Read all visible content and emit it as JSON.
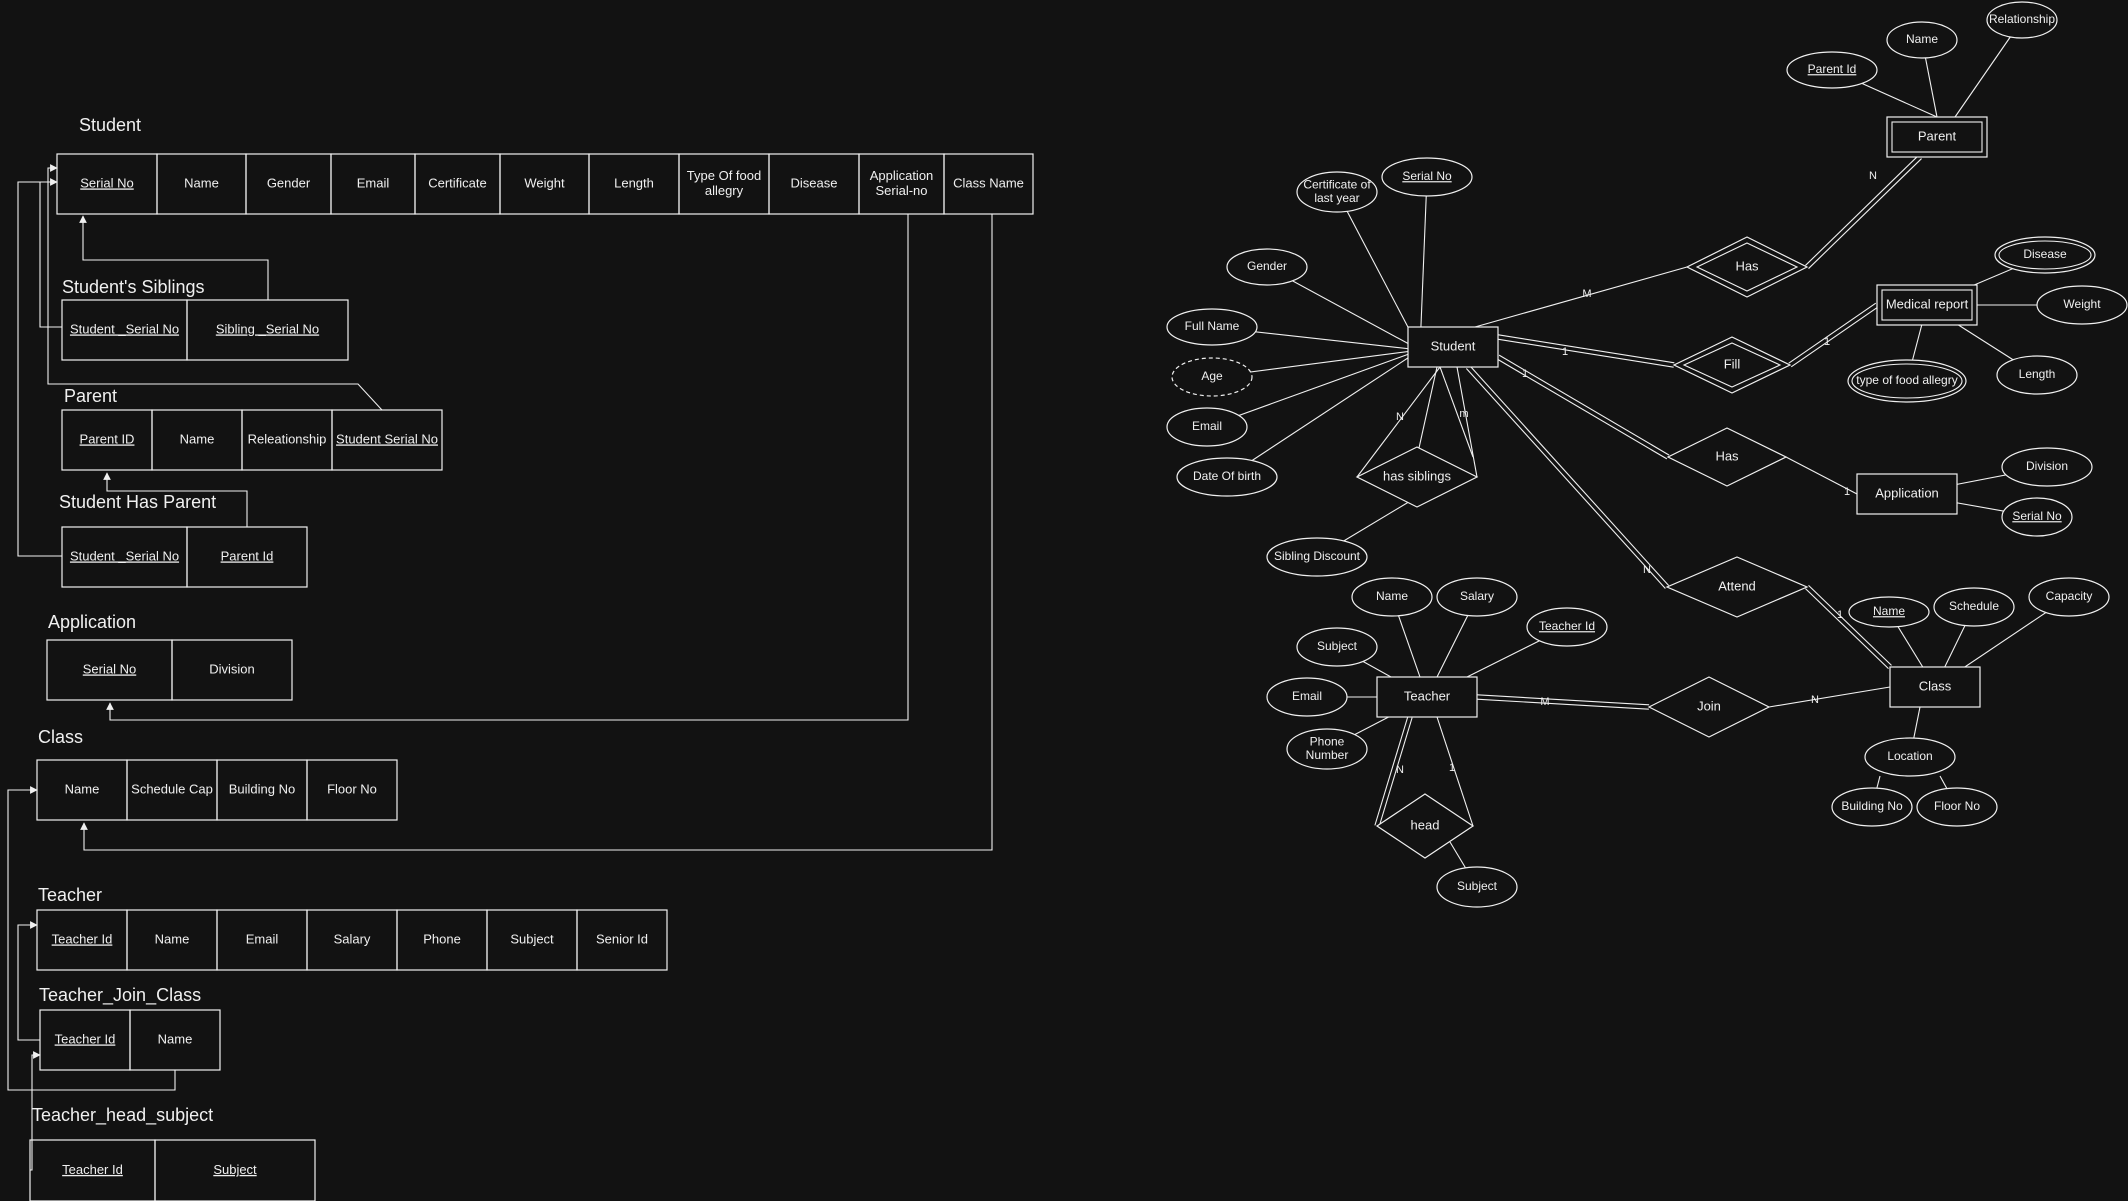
{
  "relational": {
    "student": {
      "title": "Student",
      "columns": [
        {
          "label": "Serial No",
          "key": true
        },
        {
          "label": "Name"
        },
        {
          "label": "Gender"
        },
        {
          "label": "Email"
        },
        {
          "label": "Certificate"
        },
        {
          "label": "Weight"
        },
        {
          "label": "Length"
        },
        {
          "label": [
            "Type Of food",
            "allegry"
          ]
        },
        {
          "label": "Disease"
        },
        {
          "label": [
            "Application",
            "Serial-no"
          ]
        },
        {
          "label": "Class Name"
        }
      ]
    },
    "siblings": {
      "title": "Student's Siblings",
      "columns": [
        {
          "label": "Student _Serial No",
          "key": true
        },
        {
          "label": "Sibling _Serial No",
          "key": true
        }
      ]
    },
    "parent": {
      "title": "Parent",
      "columns": [
        {
          "label": "Parent ID",
          "key": true
        },
        {
          "label": "Name"
        },
        {
          "label": "Releationship"
        },
        {
          "label": "Student Serial No",
          "key": true
        }
      ]
    },
    "student_has_parent": {
      "title": "Student Has Parent",
      "columns": [
        {
          "label": "Student _Serial No",
          "key": true
        },
        {
          "label": "Parent Id",
          "key": true
        }
      ]
    },
    "application": {
      "title": "Application",
      "columns": [
        {
          "label": "Serial No",
          "key": true
        },
        {
          "label": "Division"
        }
      ]
    },
    "class": {
      "title": "Class",
      "columns": [
        {
          "label": "Name"
        },
        {
          "label": "Schedule Cap"
        },
        {
          "label": "Building No"
        },
        {
          "label": "Floor No"
        }
      ]
    },
    "teacher": {
      "title": "Teacher",
      "columns": [
        {
          "label": "Teacher Id",
          "key": true
        },
        {
          "label": "Name"
        },
        {
          "label": "Email"
        },
        {
          "label": "Salary"
        },
        {
          "label": "Phone"
        },
        {
          "label": "Subject"
        },
        {
          "label": "Senior Id"
        }
      ]
    },
    "teacher_join_class": {
      "title": "Teacher_Join_Class",
      "columns": [
        {
          "label": "Teacher Id",
          "key": true
        },
        {
          "label": "Name"
        }
      ]
    },
    "teacher_head_subject": {
      "title": "Teacher_head_subject",
      "columns": [
        {
          "label": "Teacher Id",
          "key": true
        },
        {
          "label": "Subject",
          "key": true
        }
      ]
    }
  },
  "er": {
    "entities": {
      "student": "Student",
      "parent": "Parent",
      "medical_report": "Medical report",
      "application": "Application",
      "teacher": "Teacher",
      "class": "Class"
    },
    "relationships": {
      "has_parent": "Has",
      "fill": "Fill",
      "has_application": "Has",
      "attend": "Attend",
      "join": "Join",
      "has_siblings": "has siblings",
      "head": "head"
    },
    "attributes": {
      "parent_id": "Parent Id",
      "parent_name": "Name",
      "parent_relationship": "Relationship",
      "student_certificate": [
        "Certificate of",
        "last year"
      ],
      "student_serial": "Serial No",
      "student_gender": "Gender",
      "student_full_name": "Full Name",
      "student_age": "Age",
      "student_email": "Email",
      "student_dob": "Date Of birth",
      "sibling_discount": "Sibling Discount",
      "disease": "Disease",
      "weight": "Weight",
      "length": "Length",
      "food_allergy": "type of food allegry",
      "division": "Division",
      "app_serial": "Serial No",
      "teacher_name": "Name",
      "teacher_salary": "Salary",
      "teacher_subject": "Subject",
      "teacher_id": "Teacher Id",
      "teacher_email": "Email",
      "teacher_phone": [
        "Phone",
        "Number"
      ],
      "head_subject": "Subject",
      "class_name": "Name",
      "class_schedule": "Schedule",
      "class_capacity": "Capacity",
      "class_location": "Location",
      "building_no": "Building No",
      "floor_no": "Floor No"
    },
    "cardinalities": {
      "has_parent_student": "M",
      "has_parent_parent": "N",
      "fill_student": "1",
      "fill_medical": "1",
      "has_app_student": "1",
      "has_app_application": "1",
      "attend_student": "N",
      "attend_class": "1",
      "join_teacher": "M",
      "join_class": "N",
      "siblings_n": "N",
      "siblings_m": "m",
      "head_n": "N",
      "head_1": "1"
    }
  }
}
